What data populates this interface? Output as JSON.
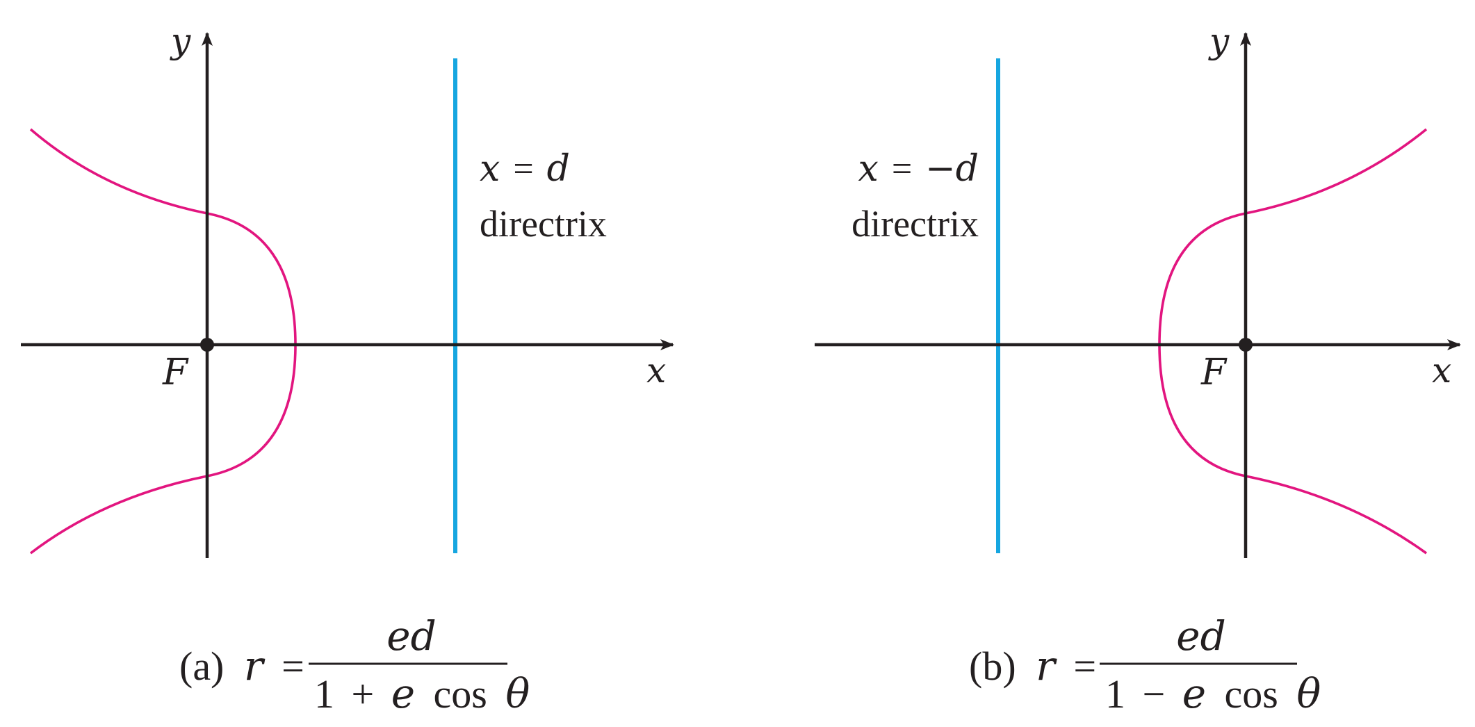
{
  "colors": {
    "axis": "#231f20",
    "curve": "#e2157f",
    "directrix": "#16a6e0",
    "text": "#231f20"
  },
  "panel_a": {
    "axis_x_label": "x",
    "axis_y_label": "y",
    "focus_label": "F",
    "directrix_equation": {
      "lhs": "x",
      "eq": "=",
      "rhs": "d"
    },
    "directrix_label": "directrix",
    "caption": {
      "tag": "(a)",
      "lhs": "r",
      "eq": "=",
      "numerator": "ed",
      "den_one": "1",
      "den_op": "+",
      "den_e": "e",
      "den_cos": "cos",
      "den_theta": "θ"
    }
  },
  "panel_b": {
    "axis_x_label": "x",
    "axis_y_label": "y",
    "focus_label": "F",
    "directrix_equation": {
      "lhs": "x",
      "eq": "=",
      "rhs": "−d"
    },
    "directrix_label": "directrix",
    "caption": {
      "tag": "(b)",
      "lhs": "r",
      "eq": "=",
      "numerator": "ed",
      "den_one": "1",
      "den_op": "−",
      "den_e": "e",
      "den_cos": "cos",
      "den_theta": "θ"
    }
  }
}
